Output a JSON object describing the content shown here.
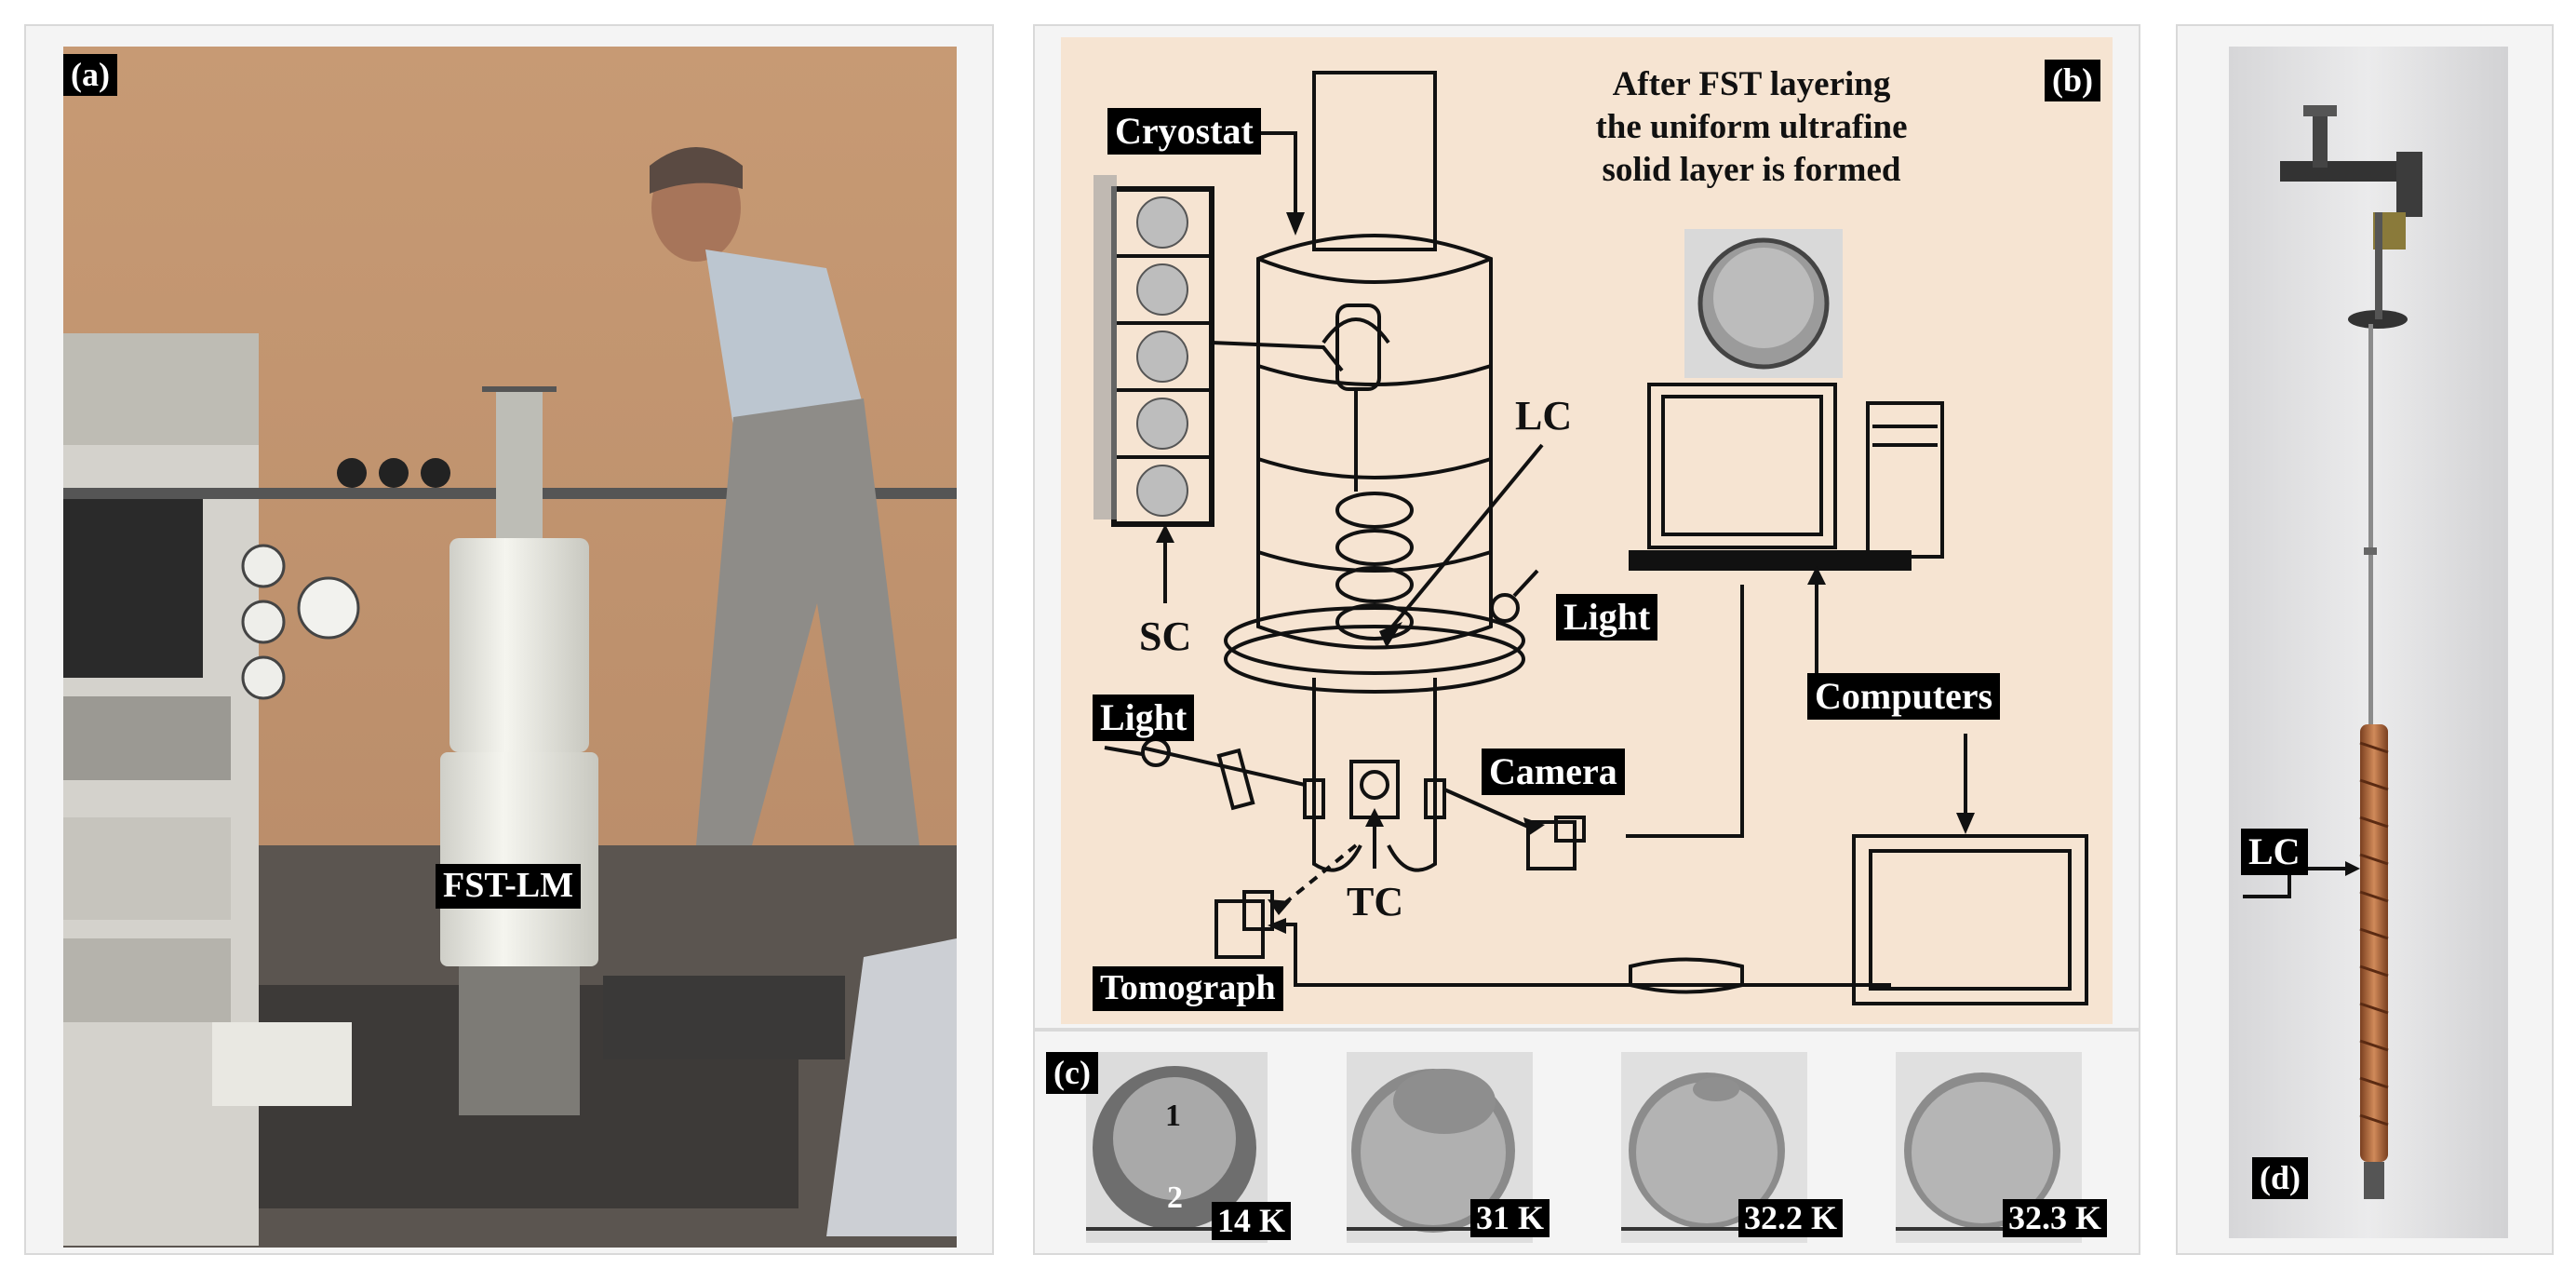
{
  "panels": {
    "a": {
      "label": "(a)",
      "device_label": "FST-LM"
    },
    "b": {
      "label": "(b)",
      "title_lines": [
        "After FST layering",
        "the uniform ultrafine",
        "solid layer is formed"
      ],
      "labels": {
        "cryostat": "Cryostat",
        "lc": "LC",
        "sc": "SC",
        "light_right": "Light",
        "light_left": "Light",
        "computers": "Computers",
        "camera": "Camera",
        "tc": "TC",
        "tomograph": "Tomograph"
      }
    },
    "c": {
      "label": "(c)",
      "frames": [
        {
          "temp": "14 K",
          "mark_1": "1",
          "mark_2": "2"
        },
        {
          "temp": "31 K"
        },
        {
          "temp": "32.2 K"
        },
        {
          "temp": "32.3 K"
        }
      ]
    },
    "d": {
      "label": "(d)",
      "lc_label": "LC"
    }
  },
  "colors": {
    "panel_b_background": "#f6e4d2",
    "tag_background": "#000000",
    "wall": "#c9a07c",
    "copper_coil": "#b06a3e"
  }
}
